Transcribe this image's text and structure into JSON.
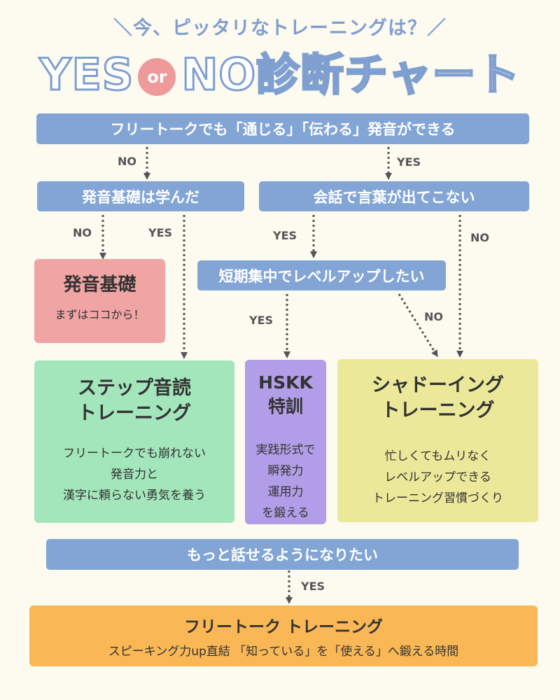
{
  "header": {
    "subtitle": "＼今、ピッタリなトレーニングは？／",
    "title_left": "YES",
    "title_or": "or",
    "title_right": "NO診断チャート"
  },
  "q1": {
    "text": "フリートークでも「通じる」「伝わる」発音ができる",
    "no": "NO",
    "yes": "YES"
  },
  "q2": {
    "text": "発音基礎は学んだ",
    "no": "NO",
    "yes": "YES"
  },
  "q3": {
    "text": "会話で言葉が出てこない",
    "yes": "YES",
    "no": "NO"
  },
  "q4": {
    "text": "短期集中でレベルアップしたい",
    "yes": "YES",
    "no": "NO"
  },
  "r_basics": {
    "title": "発音基礎",
    "desc": "まずはココから！"
  },
  "r_step": {
    "title_lines": [
      "ステップ音読",
      "トレーニング"
    ],
    "desc_lines": [
      "フリートークでも崩れない",
      "発音力と",
      "漢字に頼らない勇気を養う"
    ]
  },
  "r_hskk": {
    "title_lines": [
      "HSKK",
      "特訓"
    ],
    "desc_lines": [
      "実践形式で",
      "瞬発力",
      "運用力",
      "を鍛える"
    ]
  },
  "r_shadow": {
    "title_lines": [
      "シャドーイング",
      "トレーニング"
    ],
    "desc_lines": [
      "忙しくてもムリなく",
      "レベルアップできる",
      "トレーニング習慣づくり"
    ]
  },
  "q5": {
    "text": "もっと話せるようになりたい",
    "yes": "YES"
  },
  "r_free": {
    "title": "フリートーク トレーニング",
    "desc": "スピーキング力up直結 「知っている」を「使える」へ鍛える時間"
  },
  "colors": {
    "question_bar": "#82a5d6",
    "basics": "#f0a4a4",
    "step": "#a3e6bb",
    "hskk": "#b29ee8",
    "shadow": "#ece89a",
    "free": "#f9b755",
    "title_outline": "#7f9fd0"
  }
}
